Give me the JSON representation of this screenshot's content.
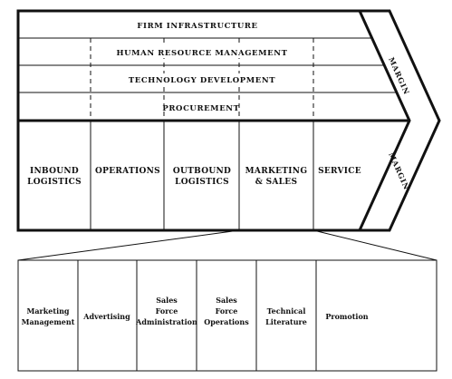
{
  "support_activities": [
    "FIRM INFRASTRUCTURE",
    "HUMAN RESOURCE MANAGEMENT",
    "TECHNOLOGY DEVELOPMENT",
    "PROCUREMENT"
  ],
  "primary_activities": [
    [
      "INBOUND",
      "LOGISTICS"
    ],
    [
      "OPERATIONS"
    ],
    [
      "OUTBOUND",
      "LOGISTICS"
    ],
    [
      "MARKETING",
      "& SALES"
    ],
    [
      "SERVICE"
    ]
  ],
  "margin_labels": [
    "MARGIN",
    "MARGIN"
  ],
  "marketing_sales_breakdown": [
    [
      "Marketing",
      "Management"
    ],
    [
      "Advertising"
    ],
    [
      "Sales",
      "Force",
      "Administration"
    ],
    [
      "Sales",
      "Force",
      "Operations"
    ],
    [
      "Technical",
      "Literature"
    ],
    [
      "Promotion"
    ]
  ]
}
